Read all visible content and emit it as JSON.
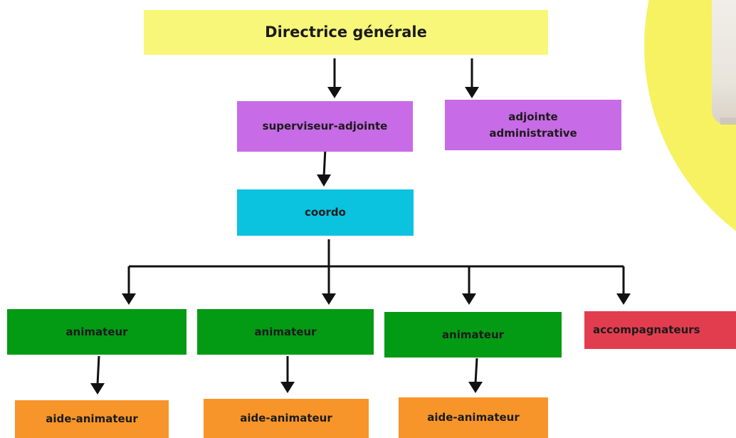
{
  "chart": {
    "top": {
      "label": "Directrice générale",
      "color": "#f8f77a"
    },
    "level2": [
      {
        "label": "superviseur-adjointe",
        "color": "#c86be6"
      },
      {
        "label": "adjointe\nadministrative",
        "color": "#c86be6"
      }
    ],
    "coordo": {
      "label": "coordo",
      "color": "#0bc2df"
    },
    "level4": [
      {
        "label": "animateur",
        "color": "#039a14"
      },
      {
        "label": "animateur",
        "color": "#039a14"
      },
      {
        "label": "animateur",
        "color": "#039a14"
      },
      {
        "label": "accompagnateurs",
        "color": "#e23d4f"
      }
    ],
    "level5": [
      {
        "label": "aide-animateur",
        "color": "#f7952a"
      },
      {
        "label": "aide-animateur",
        "color": "#f7952a"
      },
      {
        "label": "aide-animateur",
        "color": "#f7952a"
      }
    ]
  },
  "decor": {
    "blob_color": "#f6f261",
    "photo_tint": "#e9e4dc"
  }
}
